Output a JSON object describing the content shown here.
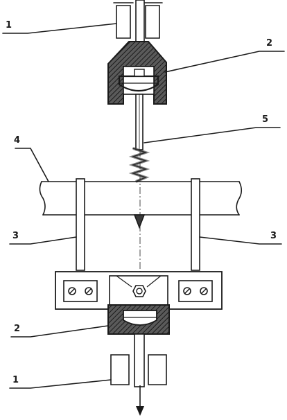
{
  "callouts": {
    "top_grip": "1",
    "top_holder": "2",
    "screw": "5",
    "workpiece": "4",
    "left_strap": "3",
    "right_strap": "3",
    "bottom_holder": "2",
    "bottom_grip": "1"
  },
  "icons": {
    "axis": "center-axis",
    "arrow": "pull-direction-arrow-icon"
  }
}
